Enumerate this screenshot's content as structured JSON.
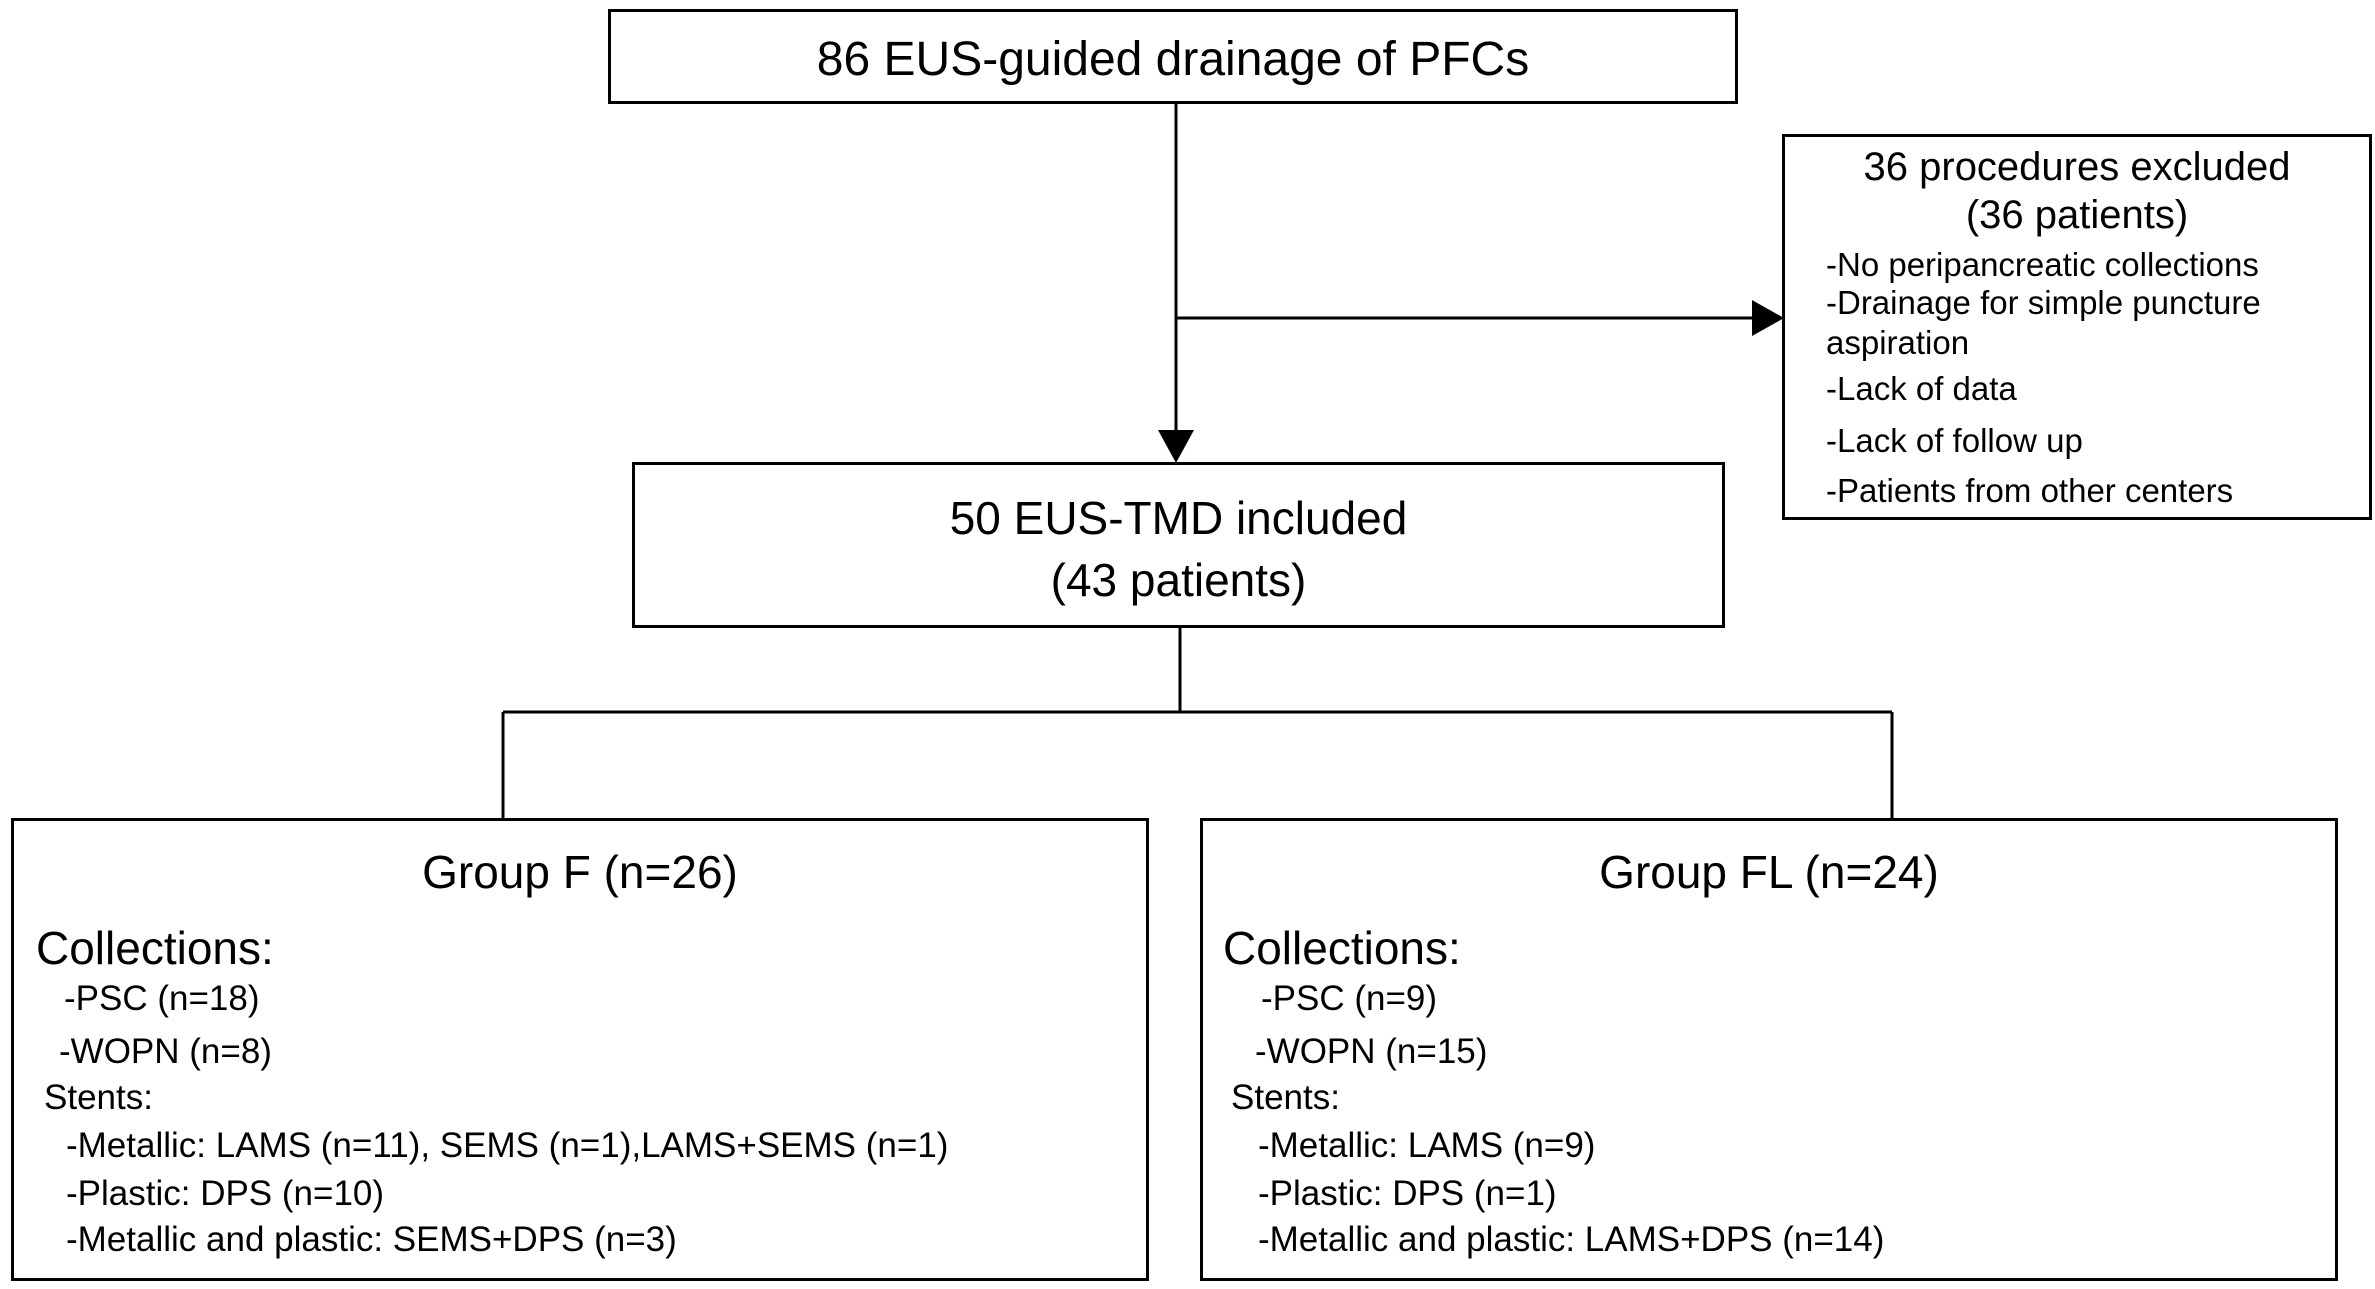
{
  "top_box": {
    "text": "86 EUS-guided drainage of PFCs"
  },
  "excluded_box": {
    "title": "36 procedures excluded",
    "subtitle": "(36 patients)",
    "reasons": [
      "-No peripancreatic collections",
      "-Drainage for simple puncture",
      "aspiration",
      "-Lack of data",
      "-Lack of follow up",
      "-Patients from other centers"
    ]
  },
  "included_box": {
    "title": "50 EUS-TMD included",
    "subtitle": "(43 patients)"
  },
  "group_f": {
    "title": "Group F (n=26)",
    "collections_label": "Collections:",
    "collections": [
      "-PSC (n=18)",
      "-WOPN (n=8)"
    ],
    "stents_label": "Stents:",
    "stents": [
      "-Metallic: LAMS (n=11), SEMS (n=1),LAMS+SEMS (n=1)",
      "-Plastic: DPS (n=10)",
      "-Metallic and plastic: SEMS+DPS (n=3)"
    ]
  },
  "group_fl": {
    "title": "Group FL (n=24)",
    "collections_label": "Collections:",
    "collections": [
      "-PSC (n=9)",
      "-WOPN (n=15)"
    ],
    "stents_label": "Stents:",
    "stents": [
      "-Metallic: LAMS (n=9)",
      "-Plastic: DPS (n=1)",
      "-Metallic and plastic: LAMS+DPS (n=14)"
    ]
  }
}
